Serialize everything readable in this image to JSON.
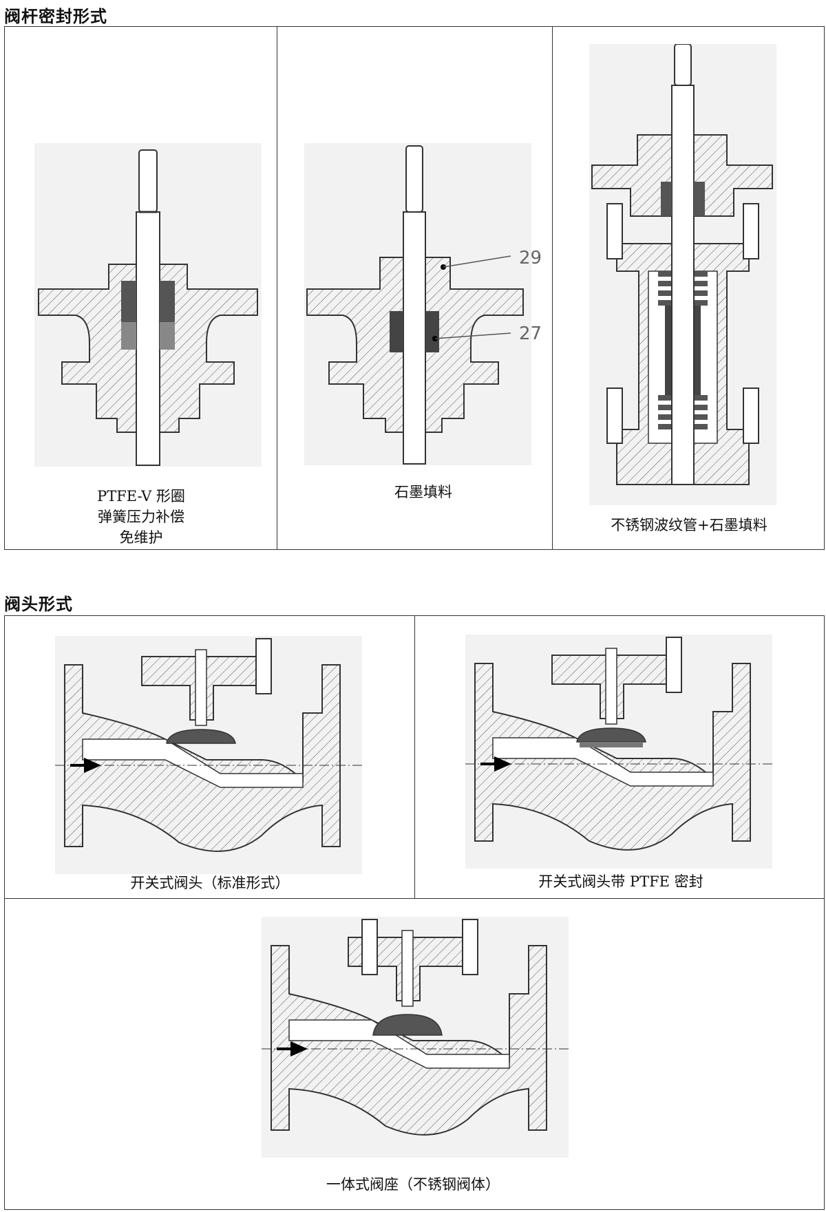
{
  "sections": {
    "stem_seal": {
      "title": "阀杆密封形式",
      "items": [
        {
          "caption_lines": [
            "PTFE-V 形圈",
            "弹簧压力补偿",
            "免维护"
          ]
        },
        {
          "caption_lines": [
            "石墨填料"
          ],
          "callouts": [
            "29",
            "27"
          ]
        },
        {
          "caption_lines": [
            "不锈钢波纹管+石墨填料"
          ]
        }
      ]
    },
    "plug_type": {
      "title": "阀头形式",
      "items": [
        {
          "caption": "开关式阀头（标准形式）"
        },
        {
          "caption": "开关式阀头带 PTFE 密封"
        },
        {
          "caption": "一体式阀座（不锈钢阀体）"
        }
      ]
    }
  },
  "colors": {
    "border": "#333333",
    "drawing_bg": "#f2f2f2",
    "hatch": "#555555",
    "packing": "#444444"
  }
}
